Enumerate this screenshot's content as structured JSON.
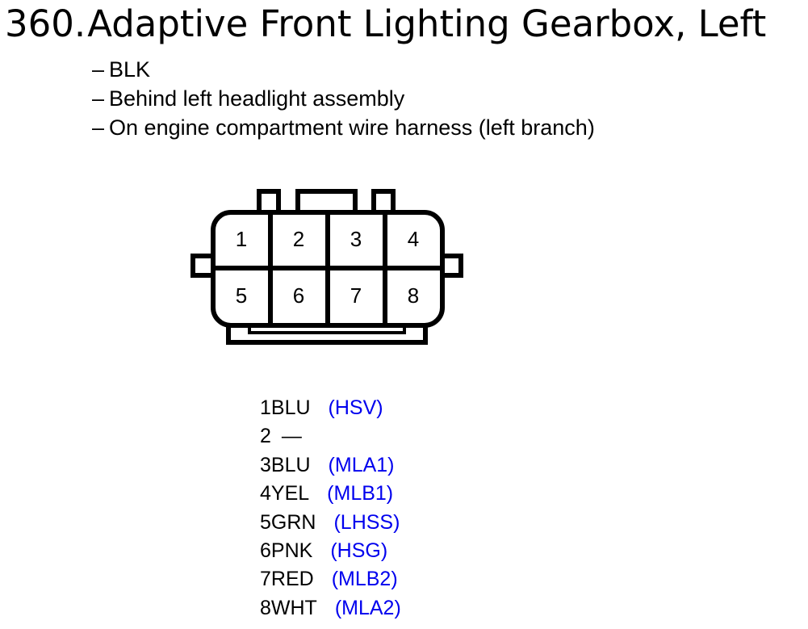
{
  "title": {
    "number": "360.",
    "text": "Adaptive Front Lighting Gearbox, Left"
  },
  "notes": [
    {
      "dash": "–",
      "text": "BLK"
    },
    {
      "dash": "–",
      "text": "Behind left headlight assembly"
    },
    {
      "dash": "–",
      "text": "On engine compartment wire harness (left branch)"
    }
  ],
  "connector": {
    "cells": [
      "1",
      "2",
      "3",
      "4",
      "5",
      "6",
      "7",
      "8"
    ]
  },
  "pins": [
    {
      "no": "1",
      "color": "BLU",
      "func": "(HSV)"
    },
    {
      "no": "2",
      "color": "",
      "func": "",
      "empty": "—"
    },
    {
      "no": "3",
      "color": "BLU",
      "func": "(MLA1)"
    },
    {
      "no": "4",
      "color": "YEL",
      "func": "(MLB1)"
    },
    {
      "no": "5",
      "color": "GRN",
      "func": "(LHSS)"
    },
    {
      "no": "6",
      "color": "PNK",
      "func": "(HSG)"
    },
    {
      "no": "7",
      "color": "RED",
      "func": "(MLB2)"
    },
    {
      "no": "8",
      "color": "WHT",
      "func": "(MLA2)"
    }
  ],
  "colors": {
    "function_text": "#0000ee",
    "text": "#000000",
    "outline": "#000000"
  }
}
